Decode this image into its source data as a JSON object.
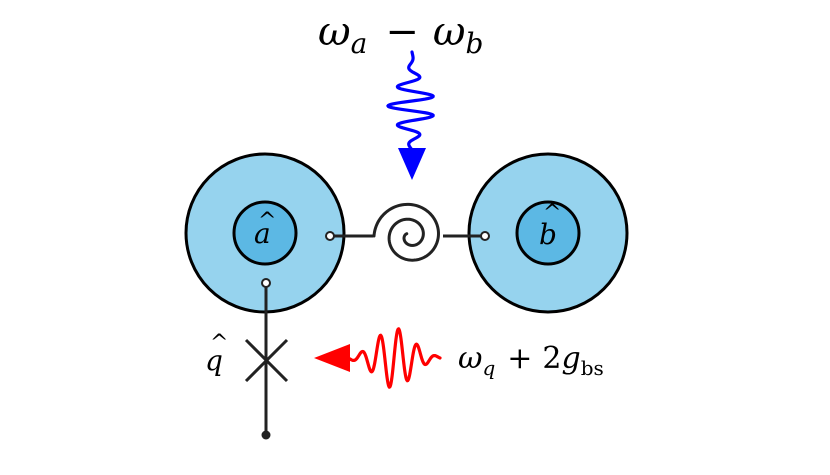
{
  "pump_top": {
    "omega": "ω",
    "sub_a": "a",
    "minus": "−",
    "sub_b": "b",
    "color": "#0000ff"
  },
  "pump_side": {
    "omega": "ω",
    "sub_q": "q",
    "plus": "+",
    "two": "2",
    "g": "g",
    "sub_bs": "bs",
    "color": "#ff0000"
  },
  "mode_a": {
    "label": "a",
    "hat": "^"
  },
  "mode_b": {
    "label": "b",
    "hat": "^"
  },
  "qubit": {
    "label": "q",
    "hat": "^"
  },
  "colors": {
    "resonator_outer": "#96d3ee",
    "resonator_inner": "#5cb8e4",
    "stroke": "#000000",
    "wire": "#222222"
  }
}
